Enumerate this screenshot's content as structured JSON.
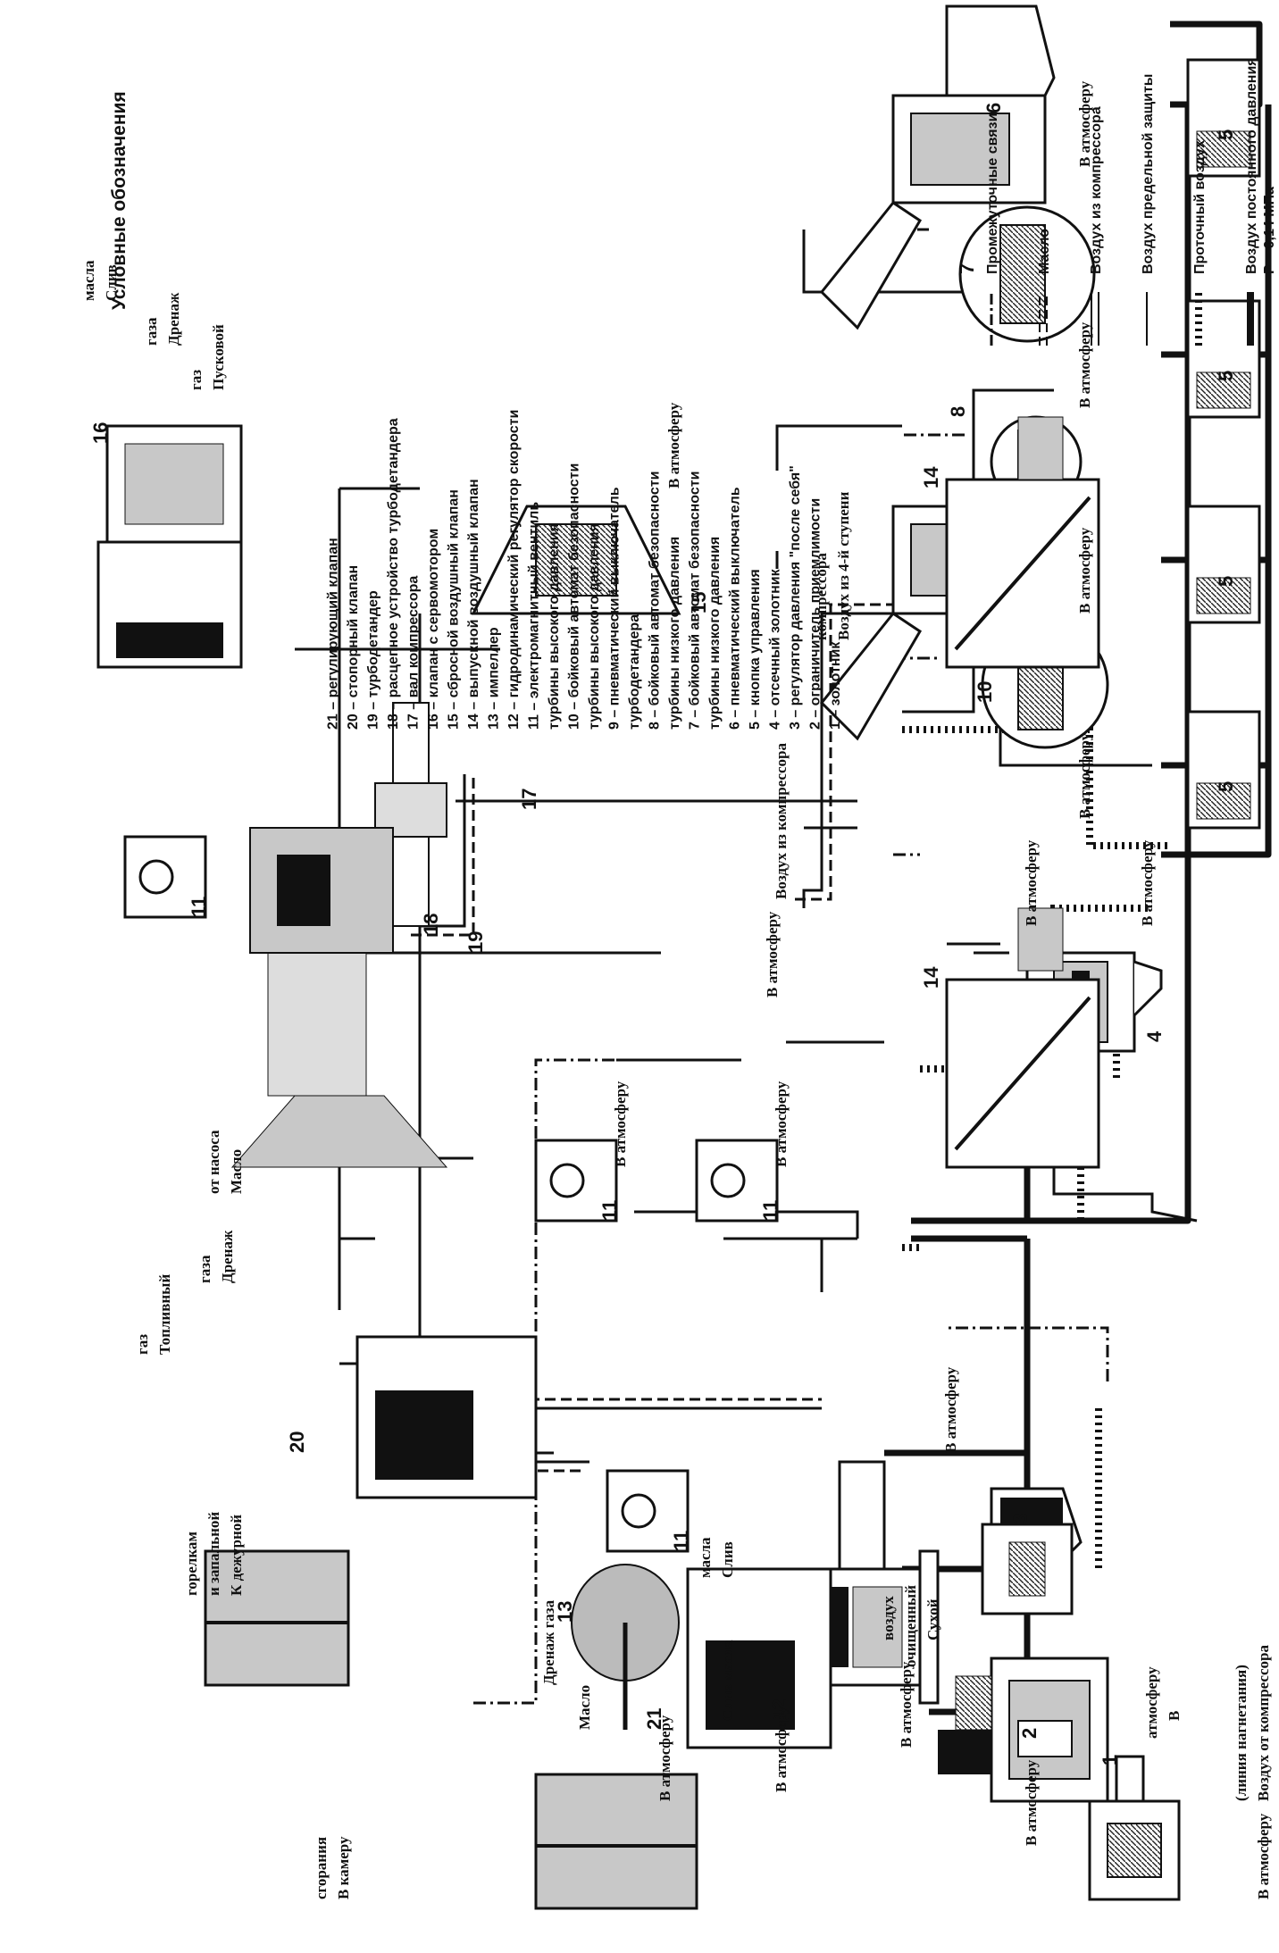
{
  "components": [
    {
      "num": "1",
      "label": "золотник"
    },
    {
      "num": "2",
      "label": "ограничитель приемлимости"
    },
    {
      "num": "3",
      "label": "регулятор давления \"после себя\""
    },
    {
      "num": "4",
      "label": "отсечный золотник"
    },
    {
      "num": "5",
      "label": "кнопка управления"
    },
    {
      "num": "6",
      "label": "пневматический выключатель"
    },
    {
      "num": "",
      "label": "турбины низкого давления"
    },
    {
      "num": "7",
      "label": "бойковый автомат безопасности"
    },
    {
      "num": "",
      "label": "турбины низкого давления"
    },
    {
      "num": "8",
      "label": "бойковый автомат безопасности"
    },
    {
      "num": "",
      "label": "турбодетандера"
    },
    {
      "num": "9",
      "label": "пневматический выключатель"
    },
    {
      "num": "",
      "label": "турбины высокого давления"
    },
    {
      "num": "10",
      "label": "бойковый автомат безопасности"
    },
    {
      "num": "",
      "label": "турбины высокого давления"
    },
    {
      "num": "11",
      "label": "электромагнитный вентиль"
    },
    {
      "num": "12",
      "label": "гидродинамический регулятор скорости"
    },
    {
      "num": "13",
      "label": "импеллер"
    },
    {
      "num": "14",
      "label": "выпускной воздушный клапан"
    },
    {
      "num": "15",
      "label": "сбросной воздушный клапан"
    },
    {
      "num": "16",
      "label": "клапан с сервомотором"
    },
    {
      "num": "17",
      "label": "вал компрессора"
    },
    {
      "num": "18",
      "label": "расцепное устройство турбодетандера"
    },
    {
      "num": "19",
      "label": "турбодетандер"
    },
    {
      "num": "20",
      "label": "стопорный клапан"
    },
    {
      "num": "21",
      "label": "регулирующий клапан"
    }
  ],
  "legend": {
    "title": "Условные обозначения",
    "items": [
      {
        "label": "Воздух постоянного давления",
        "label2": "P = 0,14 МПа",
        "style": "thick-solid"
      },
      {
        "label": "Проточный воздух",
        "label2": "",
        "style": "thick-dotted"
      },
      {
        "label": "Воздух предельной защиты",
        "label2": "",
        "style": "thin-solid"
      },
      {
        "label": "Воздух из компрессора",
        "label2": "",
        "style": "double"
      },
      {
        "label": "Масло",
        "label2": "",
        "style": "dashed-double"
      },
      {
        "label": "Промежуточные связи",
        "label2": "",
        "style": "dash-dot"
      }
    ]
  },
  "labels": {
    "to_atmosphere": "В атмосферу",
    "to_atmosphere_split1": "В",
    "to_atmosphere_split2": "атмосферу",
    "compressor_air_1": "Воздух от компрессора",
    "compressor_air_2": "(линия нагнетания)",
    "dry_air_1": "Сухой",
    "dry_air_2": "очищенный",
    "dry_air_3": "воздух",
    "oil_drain_1": "Слив",
    "oil_drain_2": "масла",
    "oil_drain": "Слив масла",
    "oil": "Масло",
    "oil_from_pump_1": "Масло",
    "oil_from_pump_2": "от насоса",
    "gas_drain_1": "Дренаж",
    "gas_drain_2": "газа",
    "gas_drain": "Дренаж газа",
    "start_gas_1": "Пусковой",
    "start_gas_2": "газ",
    "fuel_gas_1": "Топливный",
    "fuel_gas_2": "газ",
    "air_from_compressor": "Воздух из компрессора",
    "air_stage4_1": "Воздух из 4-й ступени",
    "air_stage4_2": "компрессора",
    "to_burners_1": "К дежурной",
    "to_burners_2": "и запальной",
    "to_burners_3": "горелкам",
    "to_chamber_1": "В камеру",
    "to_chamber_2": "сгорания"
  }
}
